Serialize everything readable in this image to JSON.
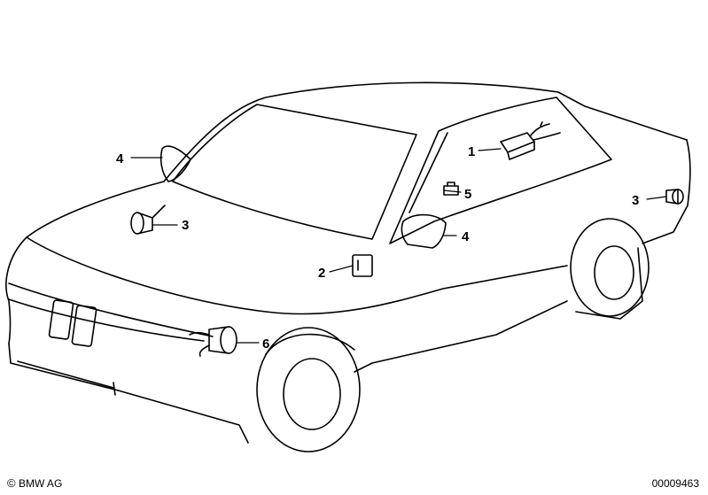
{
  "callouts": {
    "c1": "1",
    "c2": "2",
    "c3_front": "3",
    "c3_rear": "3",
    "c4_left": "4",
    "c4_right": "4",
    "c5": "5",
    "c6": "6"
  },
  "footer": {
    "copyright_symbol": "©",
    "copyright_text": "BMW AG",
    "document_number": "00009463"
  },
  "colors": {
    "line": "#000000",
    "background": "#ffffff"
  }
}
